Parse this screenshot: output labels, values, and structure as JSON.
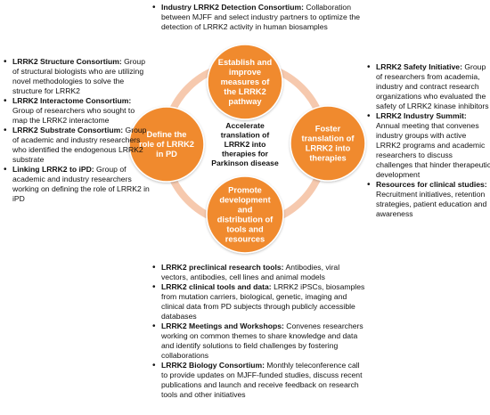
{
  "center": {
    "lines": [
      "Accelerate",
      "translation of",
      "LRRK2 into",
      "therapies for",
      "Parkinson disease"
    ]
  },
  "nodes": [
    {
      "id": "top",
      "lines": [
        "Establish and",
        "improve",
        "measures of",
        "the LRRK2",
        "pathway"
      ]
    },
    {
      "id": "left",
      "lines": [
        "Define the",
        "role of LRRK2",
        "in PD"
      ]
    },
    {
      "id": "right",
      "lines": [
        "Foster",
        "translation of",
        "LRRK2 into",
        "therapies"
      ]
    },
    {
      "id": "bottom",
      "lines": [
        "Promote",
        "development",
        "and",
        "distribution of",
        "tools and",
        "resources"
      ]
    }
  ],
  "blocks": {
    "top": [
      {
        "title": "Industry LRRK2 Detection Consortium:",
        "sep": " ",
        "text": "Collaboration between MJFF and select industry partners to optimize the detection of LRRK2 activity in human biosamples"
      }
    ],
    "left": [
      {
        "title": "LRRK2 Structure Consortium:",
        "sep": " ",
        "text": "Group of structural biologists who are utilizing novel methodologies to solve the structure for LRRK2"
      },
      {
        "title": "LRRK2 Interactome Consortium:",
        "sep": " ",
        "text": "Group of researchers who sought to map the LRRK2 interactome"
      },
      {
        "title": "LRRK2 Substrate Consortium:",
        "sep": " ",
        "text": "Group of academic and industry researchers who identified the endogenous LRRK2 substrate"
      },
      {
        "title": "Linking LRRK2 to iPD:",
        "sep": " ",
        "text": "Group of academic and industry researchers working on defining the role of LRRK2 in iPD"
      }
    ],
    "right": [
      {
        "title": "LRRK2 Safety Initiative:",
        "sep": " ",
        "text": "Group of researchers from academia, industry and contract research organizations who evaluated the safety of LRRK2 kinase inhibitors"
      },
      {
        "title": "LRRK2 Industry Summit:",
        "sep": " ",
        "text": "Annual meeting that convenes industry groups with active LRRK2 programs and academic researchers to discuss challenges that hinder therapeutic development"
      },
      {
        "title": "Resources for clinical studies:",
        "sep": " ",
        "text": "Recruitment initiatives, retention strategies, patient education and awareness"
      }
    ],
    "bottom": [
      {
        "title": "LRRK2 preclinical research tools:",
        "sep": " ",
        "text": "Antibodies, viral vectors, antibodies, cell lines and animal models"
      },
      {
        "title": "LRRK2 clinical tools and data:",
        "sep": " ",
        "text": "LRRK2 iPSCs, biosamples from mutation carriers, biological, genetic, imaging and clinical data from PD subjects through publicly accessible databases"
      },
      {
        "title": "LRRK2 Meetings and Workshops:",
        "sep": " ",
        "text": "Convenes researchers working on common themes to share knowledge and data and identify solutions to field challenges by fostering collaborations"
      },
      {
        "title": "LRRK2 Biology Consortium:",
        "sep": " ",
        "text": "Monthly teleconference call to provide updates on MJFF-funded studies, discuss recent publications and launch and receive feedback on research tools and other initiatives"
      }
    ]
  },
  "colors": {
    "node_fill": "#F08A2E",
    "node_stroke": "#FFFFFF",
    "ring": "#F6C9AE",
    "text": "#111111"
  }
}
